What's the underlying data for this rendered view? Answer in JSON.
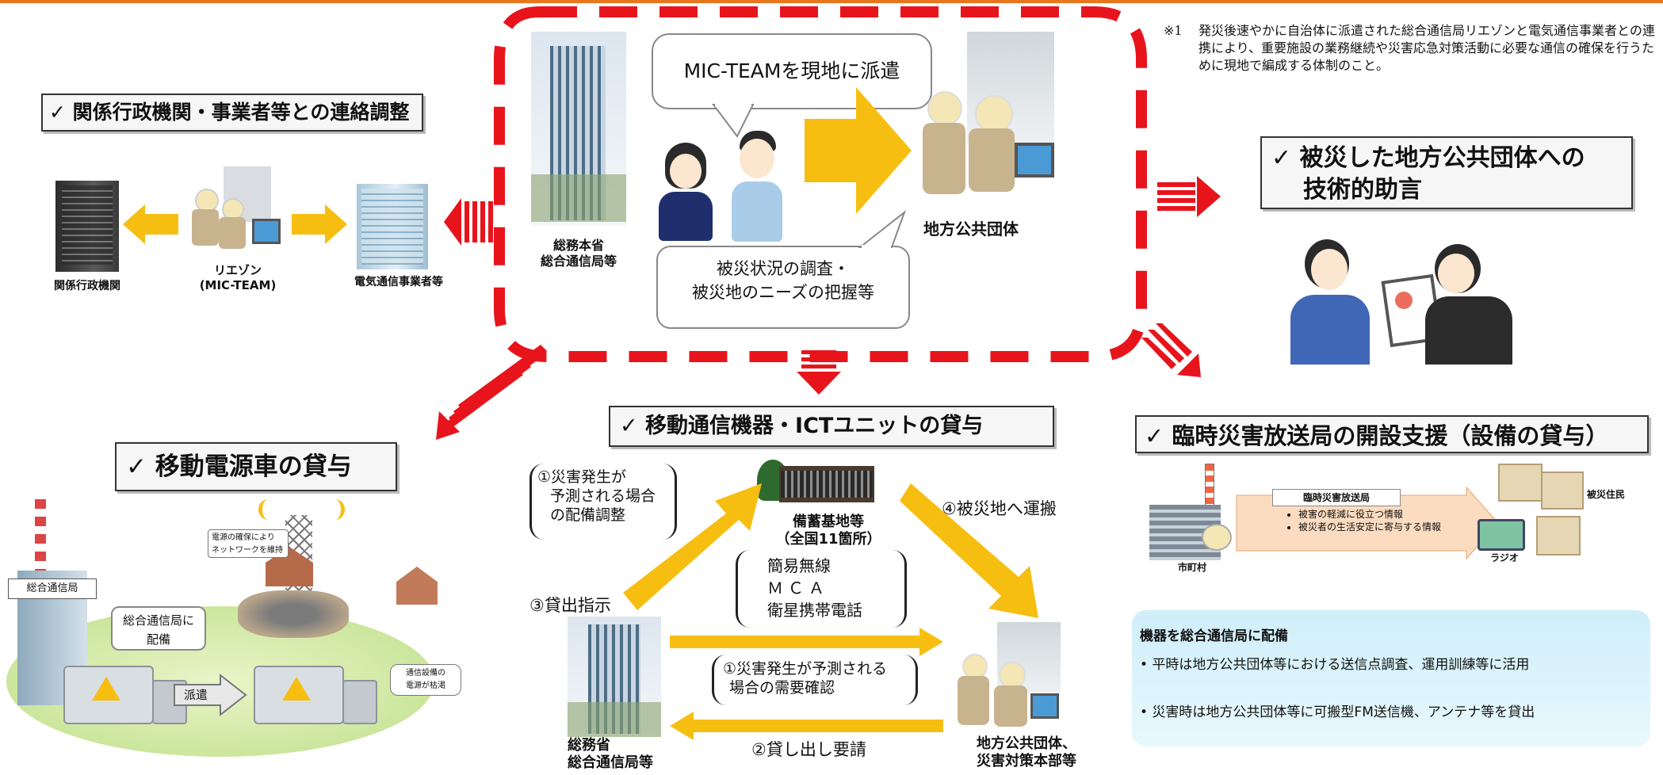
{
  "headings": {
    "coordination": "関係行政機関・事業者等との連絡調整",
    "technical_advice_line1": "被災した地方公共団体への",
    "technical_advice_line2": "技術的助言",
    "mobile_power": "移動電源車の貸与",
    "mobile_comm": "移動通信機器・ICTユニットの貸与",
    "broadcast": "臨時災害放送局の開設支援（設備の貸与）"
  },
  "check_mark": "✓",
  "coordination_panel": {
    "left_label": "関係行政機関",
    "center_label_line1": "リエゾン",
    "center_label_line2": "(MIC-TEAM)",
    "right_label": "電気通信事業者等"
  },
  "dispatch_panel": {
    "bubble_top": "MIC-TEAMを現地に派遣",
    "bubble_bottom_line1": "被災状況の調査・",
    "bubble_bottom_line2": "被災地のニーズの把握等",
    "hq_line1": "総務本省",
    "hq_line2": "総合通信局等",
    "local_gov": "地方公共団体"
  },
  "footnote": {
    "marker": "※1",
    "text": "発災後速やかに自治体に派遣された総合通信局リエゾンと電気通信事業者との連携により、重要施設の業務継続や災害応急対策活動に必要な通信の確保を行うために現地で編成する体制のこと。"
  },
  "power_panel": {
    "bureau_sign": "総合通信局",
    "callout_deploy_line1": "総合通信局に",
    "callout_deploy_line2": "配備",
    "callout_network_line1": "電源の確保により",
    "callout_network_line2": "ネットワークを維持",
    "callout_depletion_line1": "通信設備の",
    "callout_depletion_line2": "電源が枯渇",
    "dispatch_arrow": "派遣"
  },
  "comm_panel": {
    "step1_prep_line1": "①災害発生が",
    "step1_prep_line2": "予測される場合",
    "step1_prep_line3": "の配備調整",
    "base_line1": "備蓄基地等",
    "base_line2": "（全国11箇所）",
    "equipment": [
      "簡易無線",
      "ＭＣＡ",
      "衛星携帯電話"
    ],
    "step4": "④被災地へ運搬",
    "step3": "③貸出指示",
    "step1_demand_line1": "①災害発生が予測される",
    "step1_demand_line2": "場合の需要確認",
    "step2": "②貸し出し要請",
    "ministry_line1": "総務省",
    "ministry_line2": "総合通信局等",
    "local_line1": "地方公共団体、",
    "local_line2": "災害対策本部等"
  },
  "broadcast_panel": {
    "station_label": "臨時災害放送局",
    "bullets": [
      "被害の軽減に役立つ情報",
      "被災者の生活安定に寄与する情報"
    ],
    "city_label": "市町村",
    "residents_label": "被災住民",
    "radio_label": "ラジオ"
  },
  "info_box": {
    "title": "機器を総合通信局に配備",
    "items": [
      "平時は地方公共団体等における送信点調査、運用訓練等に活用",
      "災害時は地方公共団体等に可搬型FM送信機、アンテナ等を貸出"
    ]
  },
  "colors": {
    "accent_orange": "#e8761f",
    "dashed_red": "#e8141c",
    "arrow_yellow": "#f7be12",
    "info_bg": "#d8f2fb"
  }
}
